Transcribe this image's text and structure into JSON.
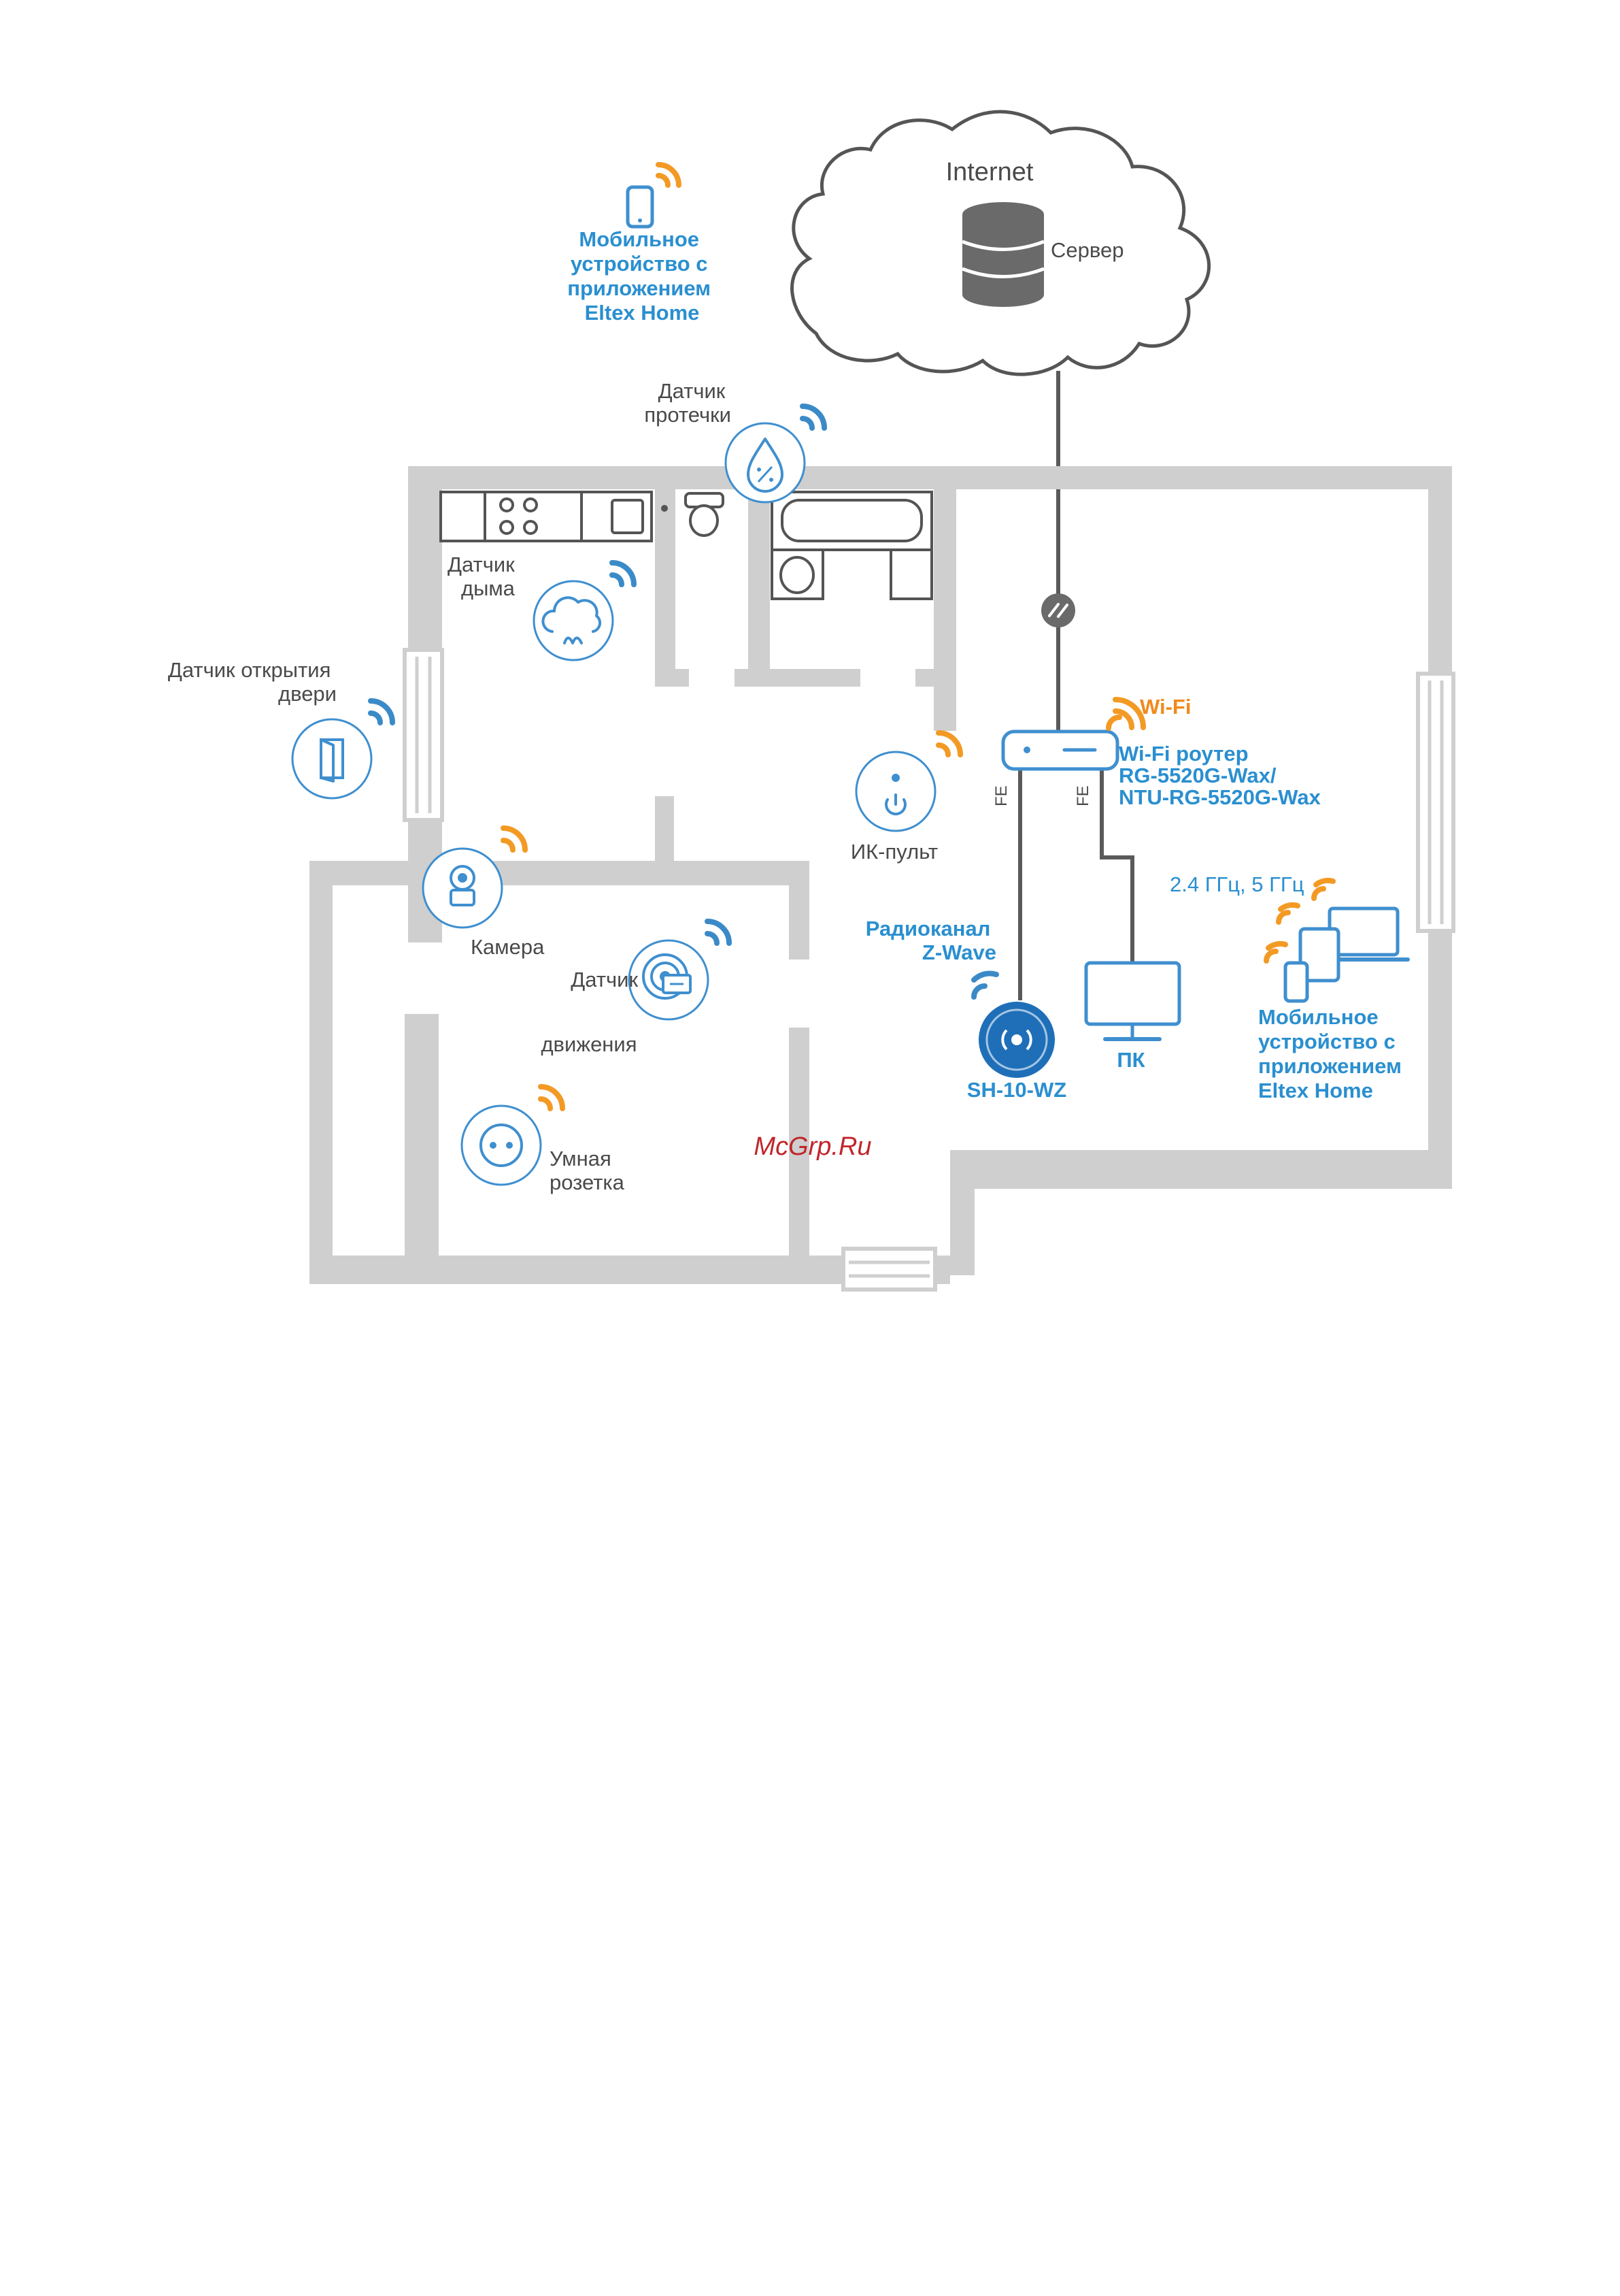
{
  "cloud": {
    "title": "Internet",
    "server_label": "Сервер"
  },
  "devices": {
    "mobile_top": [
      "Мобильное",
      "устройство с",
      "приложением",
      "Eltex Home"
    ],
    "leak_sensor": [
      "Датчик",
      "протечки"
    ],
    "smoke_sensor": [
      "Датчик",
      "дыма"
    ],
    "door_sensor": [
      "Датчик открытия",
      "двери"
    ],
    "ir_remote": "ИК-пульт",
    "camera": "Камера",
    "motion_sensor": [
      "Датчик",
      "движения"
    ],
    "smart_socket": [
      "Умная",
      "розетка"
    ],
    "radio": [
      "Радиоканал",
      "Z-Wave"
    ],
    "controller": "SH-10-WZ",
    "pc": "ПК",
    "wifi": "Wi-Fi",
    "router": [
      "Wi-Fi роутер",
      "RG-5520G-Wax/",
      "NTU-RG-5520G-Wax"
    ],
    "freq": "2.4 ГГц, 5 ГГц",
    "mobile_right": [
      "Мобильное",
      "устройство с",
      "приложением",
      "Eltex Home"
    ],
    "port_fe": "FE"
  },
  "watermark": "McGrp.Ru",
  "colors": {
    "accent_blue": "#2a8fd0",
    "accent_orange": "#f08a1c",
    "wall": "#cfcfcf",
    "text": "#4a4a4a"
  }
}
